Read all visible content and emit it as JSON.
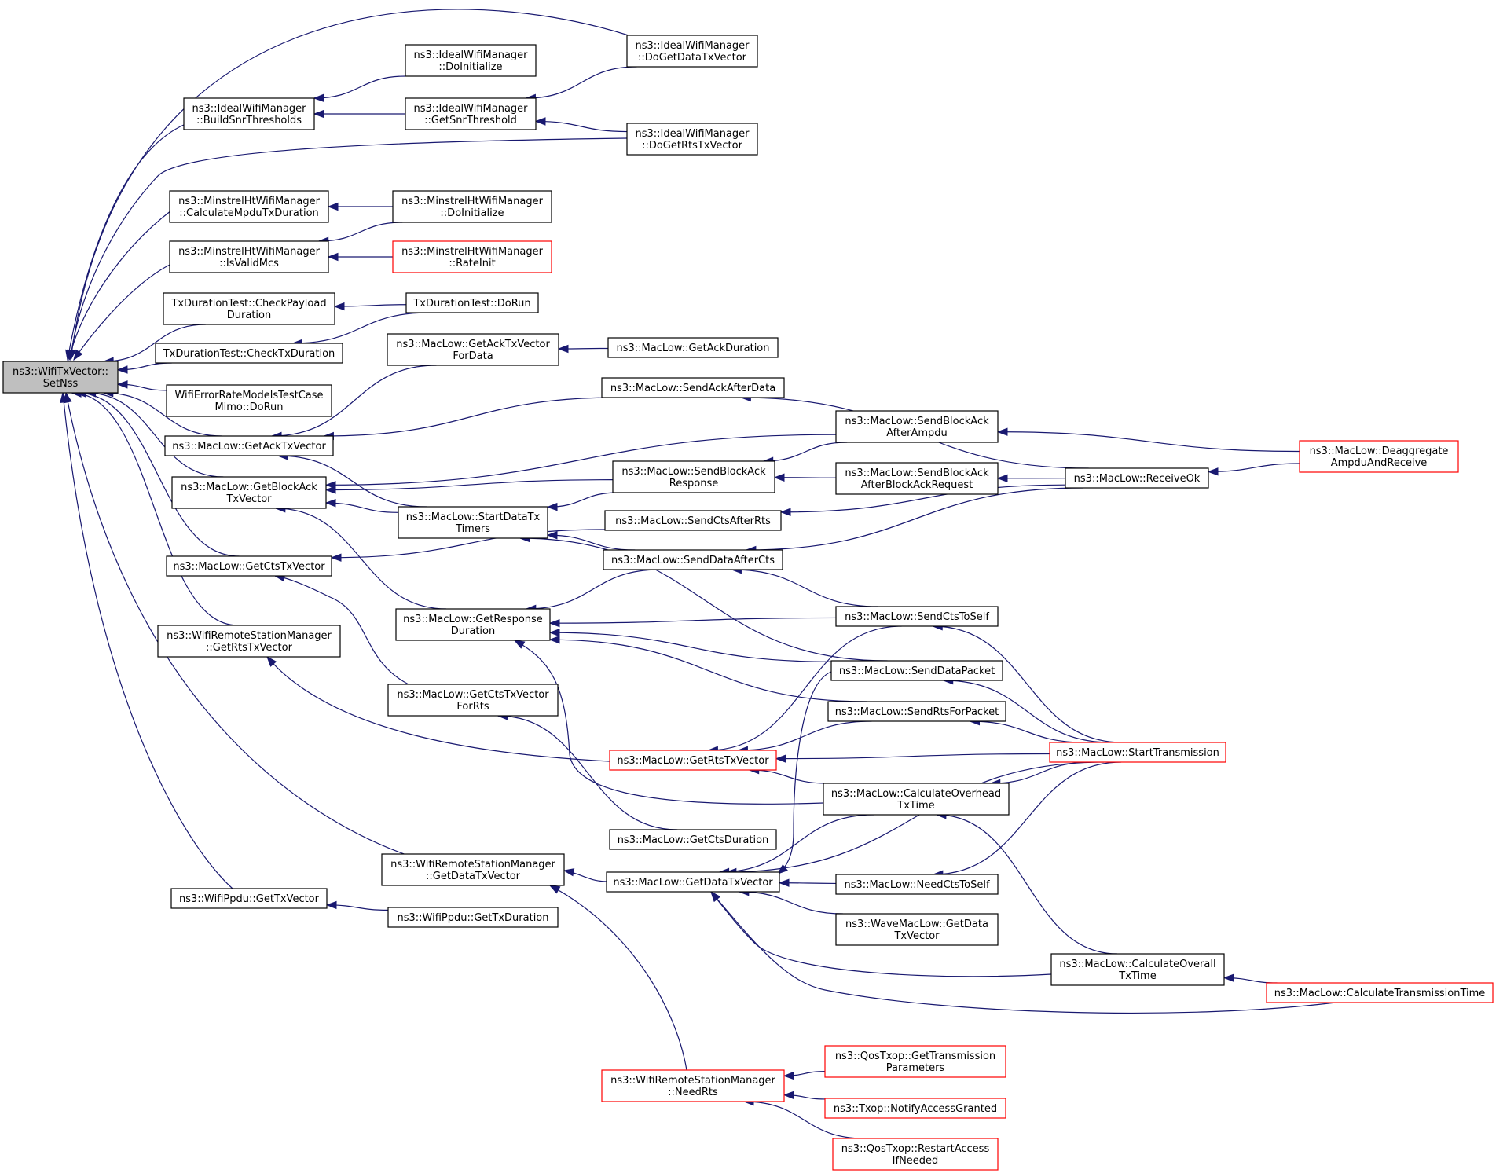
{
  "nodes": [
    {
      "id": "setnss",
      "lines": [
        "ns3::WifiTxVector::",
        "SetNss"
      ],
      "root": true,
      "red": false
    },
    {
      "id": "ideal_build",
      "lines": [
        "ns3::IdealWifiManager",
        "::BuildSnrThresholds"
      ],
      "red": false
    },
    {
      "id": "ideal_doinit",
      "lines": [
        "ns3::IdealWifiManager",
        "::DoInitialize"
      ],
      "red": false
    },
    {
      "id": "ideal_getsnr",
      "lines": [
        "ns3::IdealWifiManager",
        "::GetSnrThreshold"
      ],
      "red": false
    },
    {
      "id": "ideal_dogetdata",
      "lines": [
        "ns3::IdealWifiManager",
        "::DoGetDataTxVector"
      ],
      "red": false
    },
    {
      "id": "ideal_dogetrts",
      "lines": [
        "ns3::IdealWifiManager",
        "::DoGetRtsTxVector"
      ],
      "red": false
    },
    {
      "id": "minstrel_calc",
      "lines": [
        "ns3::MinstrelHtWifiManager",
        "::CalculateMpduTxDuration"
      ],
      "red": false
    },
    {
      "id": "minstrel_doinit",
      "lines": [
        "ns3::MinstrelHtWifiManager",
        "::DoInitialize"
      ],
      "red": false
    },
    {
      "id": "minstrel_valid",
      "lines": [
        "ns3::MinstrelHtWifiManager",
        "::IsValidMcs"
      ],
      "red": false
    },
    {
      "id": "minstrel_rateinit",
      "lines": [
        "ns3::MinstrelHtWifiManager",
        "::RateInit"
      ],
      "red": true
    },
    {
      "id": "txdur_payload",
      "lines": [
        "TxDurationTest::CheckPayload",
        "Duration"
      ],
      "red": false
    },
    {
      "id": "txdur_dorun",
      "lines": [
        "TxDurationTest::DoRun"
      ],
      "red": false
    },
    {
      "id": "txdur_checktx",
      "lines": [
        "TxDurationTest::CheckTxDuration"
      ],
      "red": false
    },
    {
      "id": "wifierr",
      "lines": [
        "WifiErrorRateModelsTestCase",
        "Mimo::DoRun"
      ],
      "red": false
    },
    {
      "id": "ack_fordata",
      "lines": [
        "ns3::MacLow::GetAckTxVector",
        "ForData"
      ],
      "red": false
    },
    {
      "id": "getackdur",
      "lines": [
        "ns3::MacLow::GetAckDuration"
      ],
      "red": false
    },
    {
      "id": "sendackafterdata",
      "lines": [
        "ns3::MacLow::SendAckAfterData"
      ],
      "red": false
    },
    {
      "id": "getacktx",
      "lines": [
        "ns3::MacLow::GetAckTxVector"
      ],
      "red": false
    },
    {
      "id": "blockack_ampdu",
      "lines": [
        "ns3::MacLow::SendBlockAck",
        "AfterAmpdu"
      ],
      "red": false
    },
    {
      "id": "deaggregate",
      "lines": [
        "ns3::MacLow::Deaggregate",
        "AmpduAndReceive"
      ],
      "red": true
    },
    {
      "id": "getblockack",
      "lines": [
        "ns3::MacLow::GetBlockAck",
        "TxVector"
      ],
      "red": false
    },
    {
      "id": "blockack_resp",
      "lines": [
        "ns3::MacLow::SendBlockAck",
        "Response"
      ],
      "red": false
    },
    {
      "id": "blockack_req",
      "lines": [
        "ns3::MacLow::SendBlockAck",
        "AfterBlockAckRequest"
      ],
      "red": false
    },
    {
      "id": "receiveok",
      "lines": [
        "ns3::MacLow::ReceiveOk"
      ],
      "red": false
    },
    {
      "id": "startdatatx",
      "lines": [
        "ns3::MacLow::StartDataTx",
        "Timers"
      ],
      "red": false
    },
    {
      "id": "sendctsafterrts",
      "lines": [
        "ns3::MacLow::SendCtsAfterRts"
      ],
      "red": false
    },
    {
      "id": "getctstx",
      "lines": [
        "ns3::MacLow::GetCtsTxVector"
      ],
      "red": false
    },
    {
      "id": "senddataaftercts",
      "lines": [
        "ns3::MacLow::SendDataAfterCts"
      ],
      "red": false
    },
    {
      "id": "getrespdur",
      "lines": [
        "ns3::MacLow::GetResponse",
        "Duration"
      ],
      "red": false
    },
    {
      "id": "sendctstoself",
      "lines": [
        "ns3::MacLow::SendCtsToSelf"
      ],
      "red": false
    },
    {
      "id": "remote_getrts",
      "lines": [
        "ns3::WifiRemoteStationManager",
        "::GetRtsTxVector"
      ],
      "red": false
    },
    {
      "id": "senddatapacket",
      "lines": [
        "ns3::MacLow::SendDataPacket"
      ],
      "red": false
    },
    {
      "id": "getctsforrts",
      "lines": [
        "ns3::MacLow::GetCtsTxVector",
        "ForRts"
      ],
      "red": false
    },
    {
      "id": "sendrtsforpacket",
      "lines": [
        "ns3::MacLow::SendRtsForPacket"
      ],
      "red": false
    },
    {
      "id": "getrtstx",
      "lines": [
        "ns3::MacLow::GetRtsTxVector"
      ],
      "red": true
    },
    {
      "id": "starttransmission",
      "lines": [
        "ns3::MacLow::StartTransmission"
      ],
      "red": true
    },
    {
      "id": "calcoverhead",
      "lines": [
        "ns3::MacLow::CalculateOverhead",
        "TxTime"
      ],
      "red": false
    },
    {
      "id": "getctsdur",
      "lines": [
        "ns3::MacLow::GetCtsDuration"
      ],
      "red": false
    },
    {
      "id": "remote_getdata",
      "lines": [
        "ns3::WifiRemoteStationManager",
        "::GetDataTxVector"
      ],
      "red": false
    },
    {
      "id": "getdatatx",
      "lines": [
        "ns3::MacLow::GetDataTxVector"
      ],
      "red": false
    },
    {
      "id": "needctstoself",
      "lines": [
        "ns3::MacLow::NeedCtsToSelf"
      ],
      "red": false
    },
    {
      "id": "ppdu_gettx",
      "lines": [
        "ns3::WifiPpdu::GetTxVector"
      ],
      "red": false
    },
    {
      "id": "ppdu_getdur",
      "lines": [
        "ns3::WifiPpdu::GetTxDuration"
      ],
      "red": false
    },
    {
      "id": "wave_getdata",
      "lines": [
        "ns3::WaveMacLow::GetData",
        "TxVector"
      ],
      "red": false
    },
    {
      "id": "calcoverall",
      "lines": [
        "ns3::MacLow::CalculateOverall",
        "TxTime"
      ],
      "red": false
    },
    {
      "id": "calctransmission",
      "lines": [
        "ns3::MacLow::CalculateTransmissionTime"
      ],
      "red": true
    },
    {
      "id": "remote_needrts",
      "lines": [
        "ns3::WifiRemoteStationManager",
        "::NeedRts"
      ],
      "red": true
    },
    {
      "id": "qos_gettransparams",
      "lines": [
        "ns3::QosTxop::GetTransmission",
        "Parameters"
      ],
      "red": true
    },
    {
      "id": "txop_notify",
      "lines": [
        "ns3::Txop::NotifyAccessGranted"
      ],
      "red": true
    },
    {
      "id": "qos_restart",
      "lines": [
        "ns3::QosTxop::RestartAccess",
        "IfNeeded"
      ],
      "red": true
    }
  ],
  "edges": [
    [
      "ideal_build",
      "setnss"
    ],
    [
      "ideal_dogetdata",
      "setnss"
    ],
    [
      "ideal_dogetrts",
      "setnss"
    ],
    [
      "ideal_doinit",
      "ideal_build"
    ],
    [
      "ideal_getsnr",
      "ideal_build"
    ],
    [
      "ideal_dogetdata",
      "ideal_getsnr"
    ],
    [
      "ideal_dogetrts",
      "ideal_getsnr"
    ],
    [
      "minstrel_calc",
      "setnss"
    ],
    [
      "minstrel_doinit",
      "minstrel_calc"
    ],
    [
      "minstrel_valid",
      "setnss"
    ],
    [
      "minstrel_doinit",
      "minstrel_valid"
    ],
    [
      "minstrel_rateinit",
      "minstrel_valid"
    ],
    [
      "txdur_payload",
      "setnss"
    ],
    [
      "txdur_dorun",
      "txdur_payload"
    ],
    [
      "txdur_checktx",
      "setnss"
    ],
    [
      "txdur_dorun",
      "txdur_checktx"
    ],
    [
      "wifierr",
      "setnss"
    ],
    [
      "getacktx",
      "setnss"
    ],
    [
      "ack_fordata",
      "getacktx"
    ],
    [
      "sendackafterdata",
      "getacktx"
    ],
    [
      "startdatatx",
      "getacktx"
    ],
    [
      "getackdur",
      "ack_fordata"
    ],
    [
      "receiveok",
      "sendackafterdata"
    ],
    [
      "getblockack",
      "setnss"
    ],
    [
      "blockack_ampdu",
      "getblockack"
    ],
    [
      "blockack_resp",
      "getblockack"
    ],
    [
      "startdatatx",
      "getblockack"
    ],
    [
      "getrespdur",
      "getblockack"
    ],
    [
      "deaggregate",
      "blockack_ampdu"
    ],
    [
      "blockack_ampdu",
      "blockack_resp"
    ],
    [
      "blockack_req",
      "blockack_resp"
    ],
    [
      "receiveok",
      "blockack_req"
    ],
    [
      "deaggregate",
      "receiveok"
    ],
    [
      "blockack_resp",
      "startdatatx"
    ],
    [
      "senddataaftercts",
      "startdatatx"
    ],
    [
      "senddatapacket",
      "startdatatx"
    ],
    [
      "receiveok",
      "sendctsafterrts"
    ],
    [
      "receiveok",
      "senddataaftercts"
    ],
    [
      "getctstx",
      "setnss"
    ],
    [
      "sendctsafterrts",
      "getctstx"
    ],
    [
      "getctsforrts",
      "getctstx"
    ],
    [
      "senddataaftercts",
      "getrespdur"
    ],
    [
      "sendctstoself",
      "getrespdur"
    ],
    [
      "senddatapacket",
      "getrespdur"
    ],
    [
      "sendrtsforpacket",
      "getrespdur"
    ],
    [
      "calcoverhead",
      "getrespdur"
    ],
    [
      "sendctstoself",
      "senddataaftercts"
    ],
    [
      "starttransmission",
      "sendctstoself"
    ],
    [
      "starttransmission",
      "senddatapacket"
    ],
    [
      "starttransmission",
      "sendrtsforpacket"
    ],
    [
      "remote_getrts",
      "setnss"
    ],
    [
      "getrtstx",
      "remote_getrts"
    ],
    [
      "sendctstoself",
      "getrtstx"
    ],
    [
      "sendrtsforpacket",
      "getrtstx"
    ],
    [
      "starttransmission",
      "getrtstx"
    ],
    [
      "calcoverhead",
      "getrtstx"
    ],
    [
      "getctsdur",
      "getctsforrts"
    ],
    [
      "starttransmission",
      "calcoverhead"
    ],
    [
      "calcoverall",
      "calcoverhead"
    ],
    [
      "remote_getdata",
      "setnss"
    ],
    [
      "getdatatx",
      "remote_getdata"
    ],
    [
      "remote_needrts",
      "remote_getdata"
    ],
    [
      "calcoverhead",
      "getdatatx"
    ],
    [
      "senddatapacket",
      "getdatatx"
    ],
    [
      "starttransmission",
      "getdatatx"
    ],
    [
      "needctstoself",
      "getdatatx"
    ],
    [
      "wave_getdata",
      "getdatatx"
    ],
    [
      "calcoverall",
      "getdatatx"
    ],
    [
      "calctransmission",
      "getdatatx"
    ],
    [
      "starttransmission",
      "needctstoself"
    ],
    [
      "calctransmission",
      "calcoverall"
    ],
    [
      "ppdu_gettx",
      "setnss"
    ],
    [
      "ppdu_getdur",
      "ppdu_gettx"
    ],
    [
      "qos_gettransparams",
      "remote_needrts"
    ],
    [
      "txop_notify",
      "remote_needrts"
    ],
    [
      "qos_restart",
      "remote_needrts"
    ]
  ]
}
